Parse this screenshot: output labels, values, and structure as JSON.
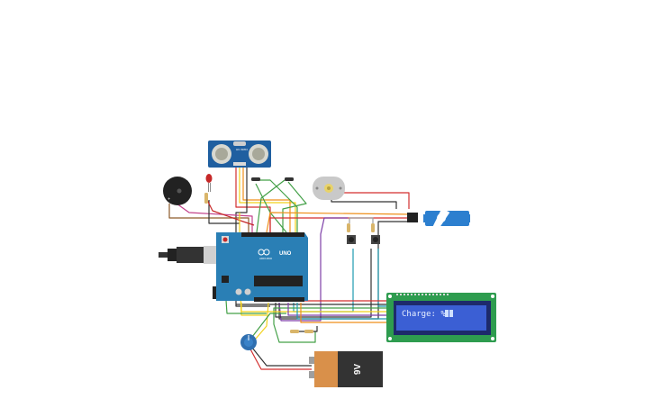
{
  "workspace": {
    "background": "#ffffff"
  },
  "components": {
    "ultrasonic": {
      "label": "HC-SR04",
      "color": "#1f5fa0"
    },
    "arduino": {
      "label": "UNO",
      "brand": "ARDUINO",
      "color": "#2a7fb5"
    },
    "lcd": {
      "text": "Charge: %",
      "screen_color": "#3b5fd4",
      "pcb_color": "#2e9c4f"
    },
    "battery": {
      "label": "9V",
      "body_color": "#333333",
      "cap_color": "#d9904a"
    },
    "servo": {
      "color": "#2c7fcf"
    },
    "motor": {
      "color": "#c9c9c9"
    },
    "buzzer": {
      "color": "#222222"
    },
    "led": {
      "color": "#c62828"
    },
    "potentiometer": {
      "color": "#2f6fb0"
    }
  },
  "wire_colors": {
    "red": "#d32f2f",
    "black": "#333333",
    "green": "#43a047",
    "yellow": "#f2d21b",
    "orange": "#ef8f1a",
    "purple": "#7e3fa8",
    "teal": "#1f9bb0",
    "brown": "#8d5a2b",
    "gray": "#9e9e9e",
    "pink": "#c2408a"
  }
}
